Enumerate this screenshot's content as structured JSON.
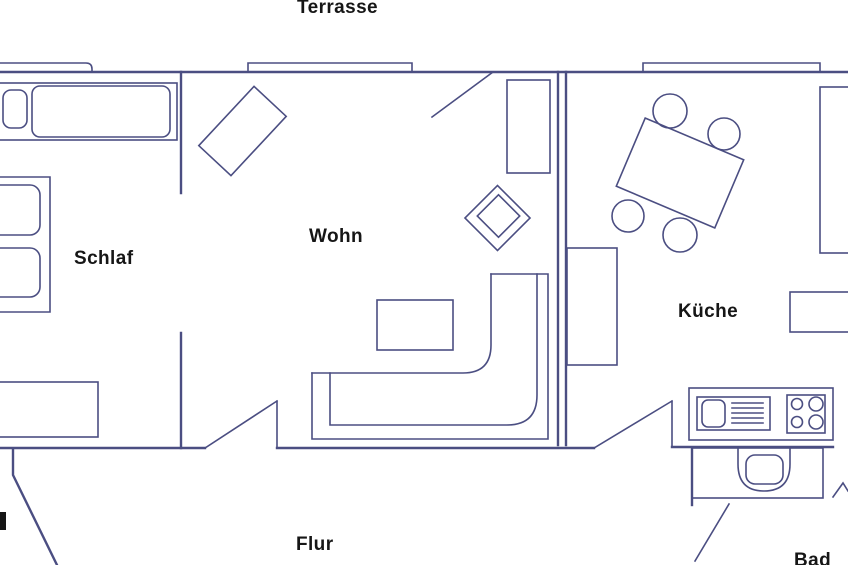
{
  "meta": {
    "page_type": "apartment floor plan drawing",
    "background_color": "#ffffff",
    "line_color": "#4b4e82",
    "text_color": "#161616"
  },
  "rooms": [
    {
      "id": "terrasse",
      "label": "Terrasse"
    },
    {
      "id": "schlaf",
      "label": "Schlaf"
    },
    {
      "id": "wohn",
      "label": "Wohn"
    },
    {
      "id": "kueche",
      "label": "Küche"
    },
    {
      "id": "flur",
      "label": "Flur"
    },
    {
      "id": "bad",
      "label": "Bad"
    }
  ],
  "furniture_icons": {
    "schlaf": [
      "bed-icon",
      "pillow-icon",
      "mattress-icon",
      "wardrobe-icon",
      "dresser-icon"
    ],
    "wohn": [
      "chaise-icon",
      "armchair-icon",
      "sideboard-icon",
      "coffee-table-icon",
      "corner-sofa-icon"
    ],
    "kueche": [
      "dining-table-icon",
      "chair-icon",
      "fridge-icon",
      "cabinet-icon",
      "counter-icon",
      "kitchen-sink-icon",
      "stove-icon"
    ],
    "bad": [
      "washbasin-icon"
    ]
  }
}
